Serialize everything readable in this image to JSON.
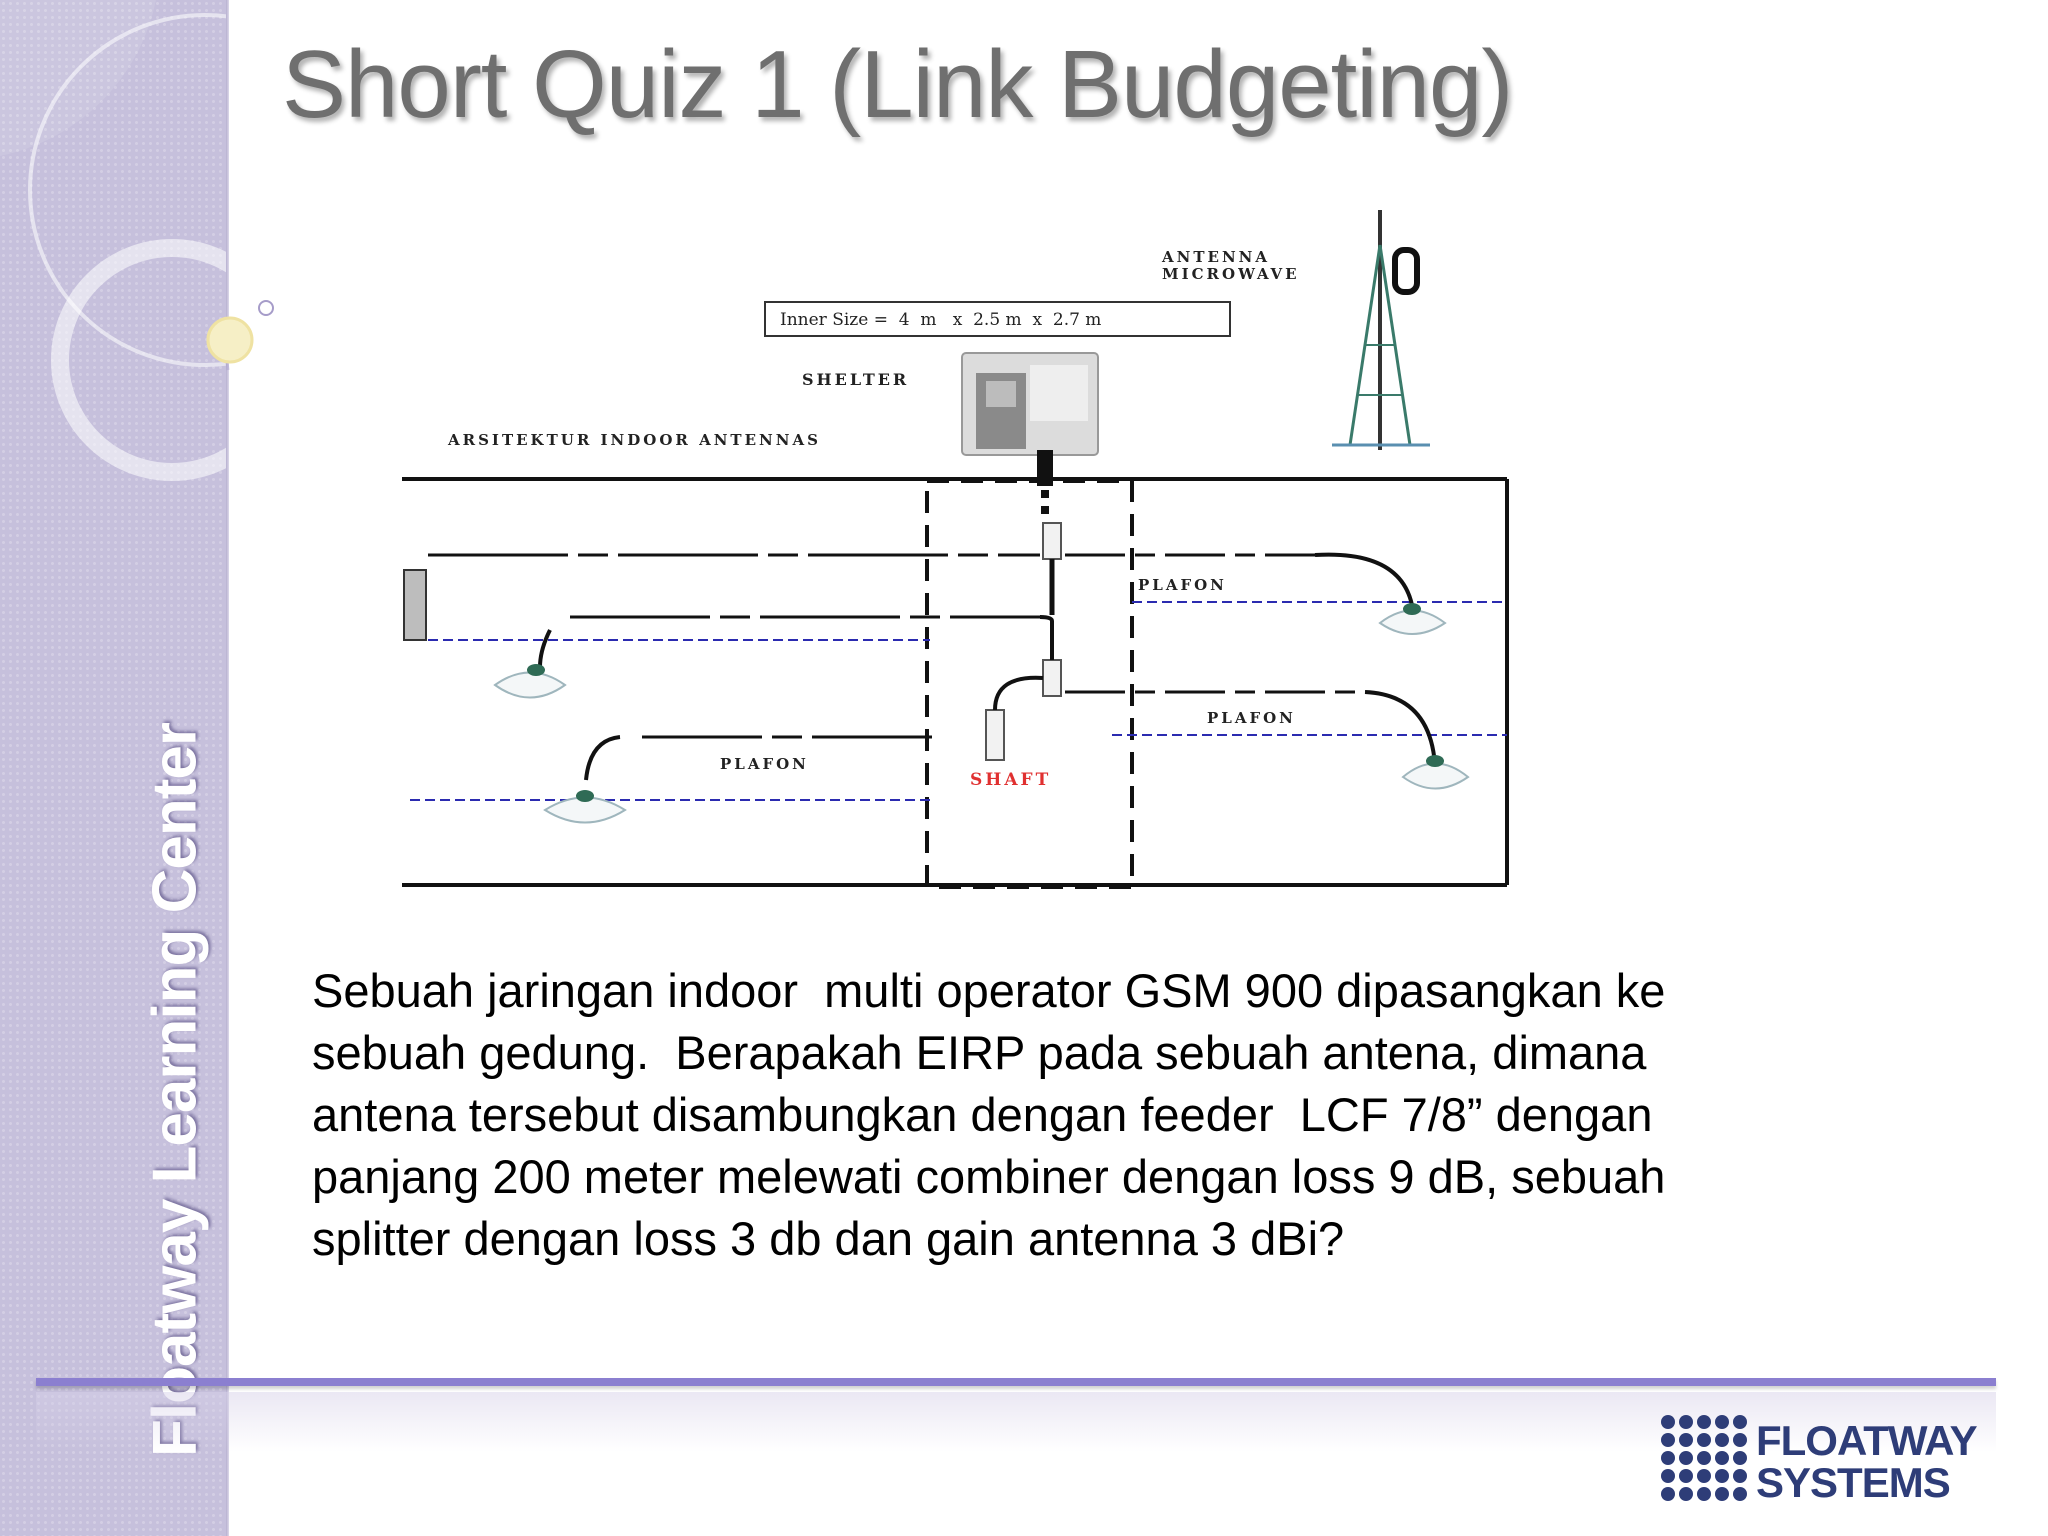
{
  "slide": {
    "title": "Short Quiz 1 (Link Budgeting)",
    "sidebar_label": "Floatway Learning Center",
    "question_lines": [
      "Sebuah jaringan indoor  multi operator GSM 900 dipasangkan ke",
      "sebuah gedung.  Berapakah EIRP pada sebuah antena, dimana",
      "antena tersebut disambungkan dengan feeder  LCF 7/8” dengan",
      "panjang 200 meter melewati combiner dengan loss 9 dB, sebuah",
      "splitter dengan loss 3 db dan gain antenna 3 dBi?"
    ]
  },
  "diagram": {
    "antenna_label_1": "ANTENNA",
    "antenna_label_2": "MICROWAVE",
    "inner_size": "Inner Size =  4  m   x  2.5 m  x  2.7 m",
    "shelter": "SHELTER",
    "architecture": "ARSITEKTUR  INDOOR ANTENNAS",
    "plafon": "PLAFON",
    "shaft": "SHAFT"
  },
  "logo": {
    "line1": "FLOATWAY",
    "line2": "SYSTEMS"
  },
  "colors": {
    "sidebar": "#c6c0dc",
    "title": "#6f6f6f",
    "accent_rule": "#8b7fd0",
    "shaft_label": "#e03030",
    "ceiling_line": "#2b2bb0",
    "logo": "#2e3d78"
  }
}
